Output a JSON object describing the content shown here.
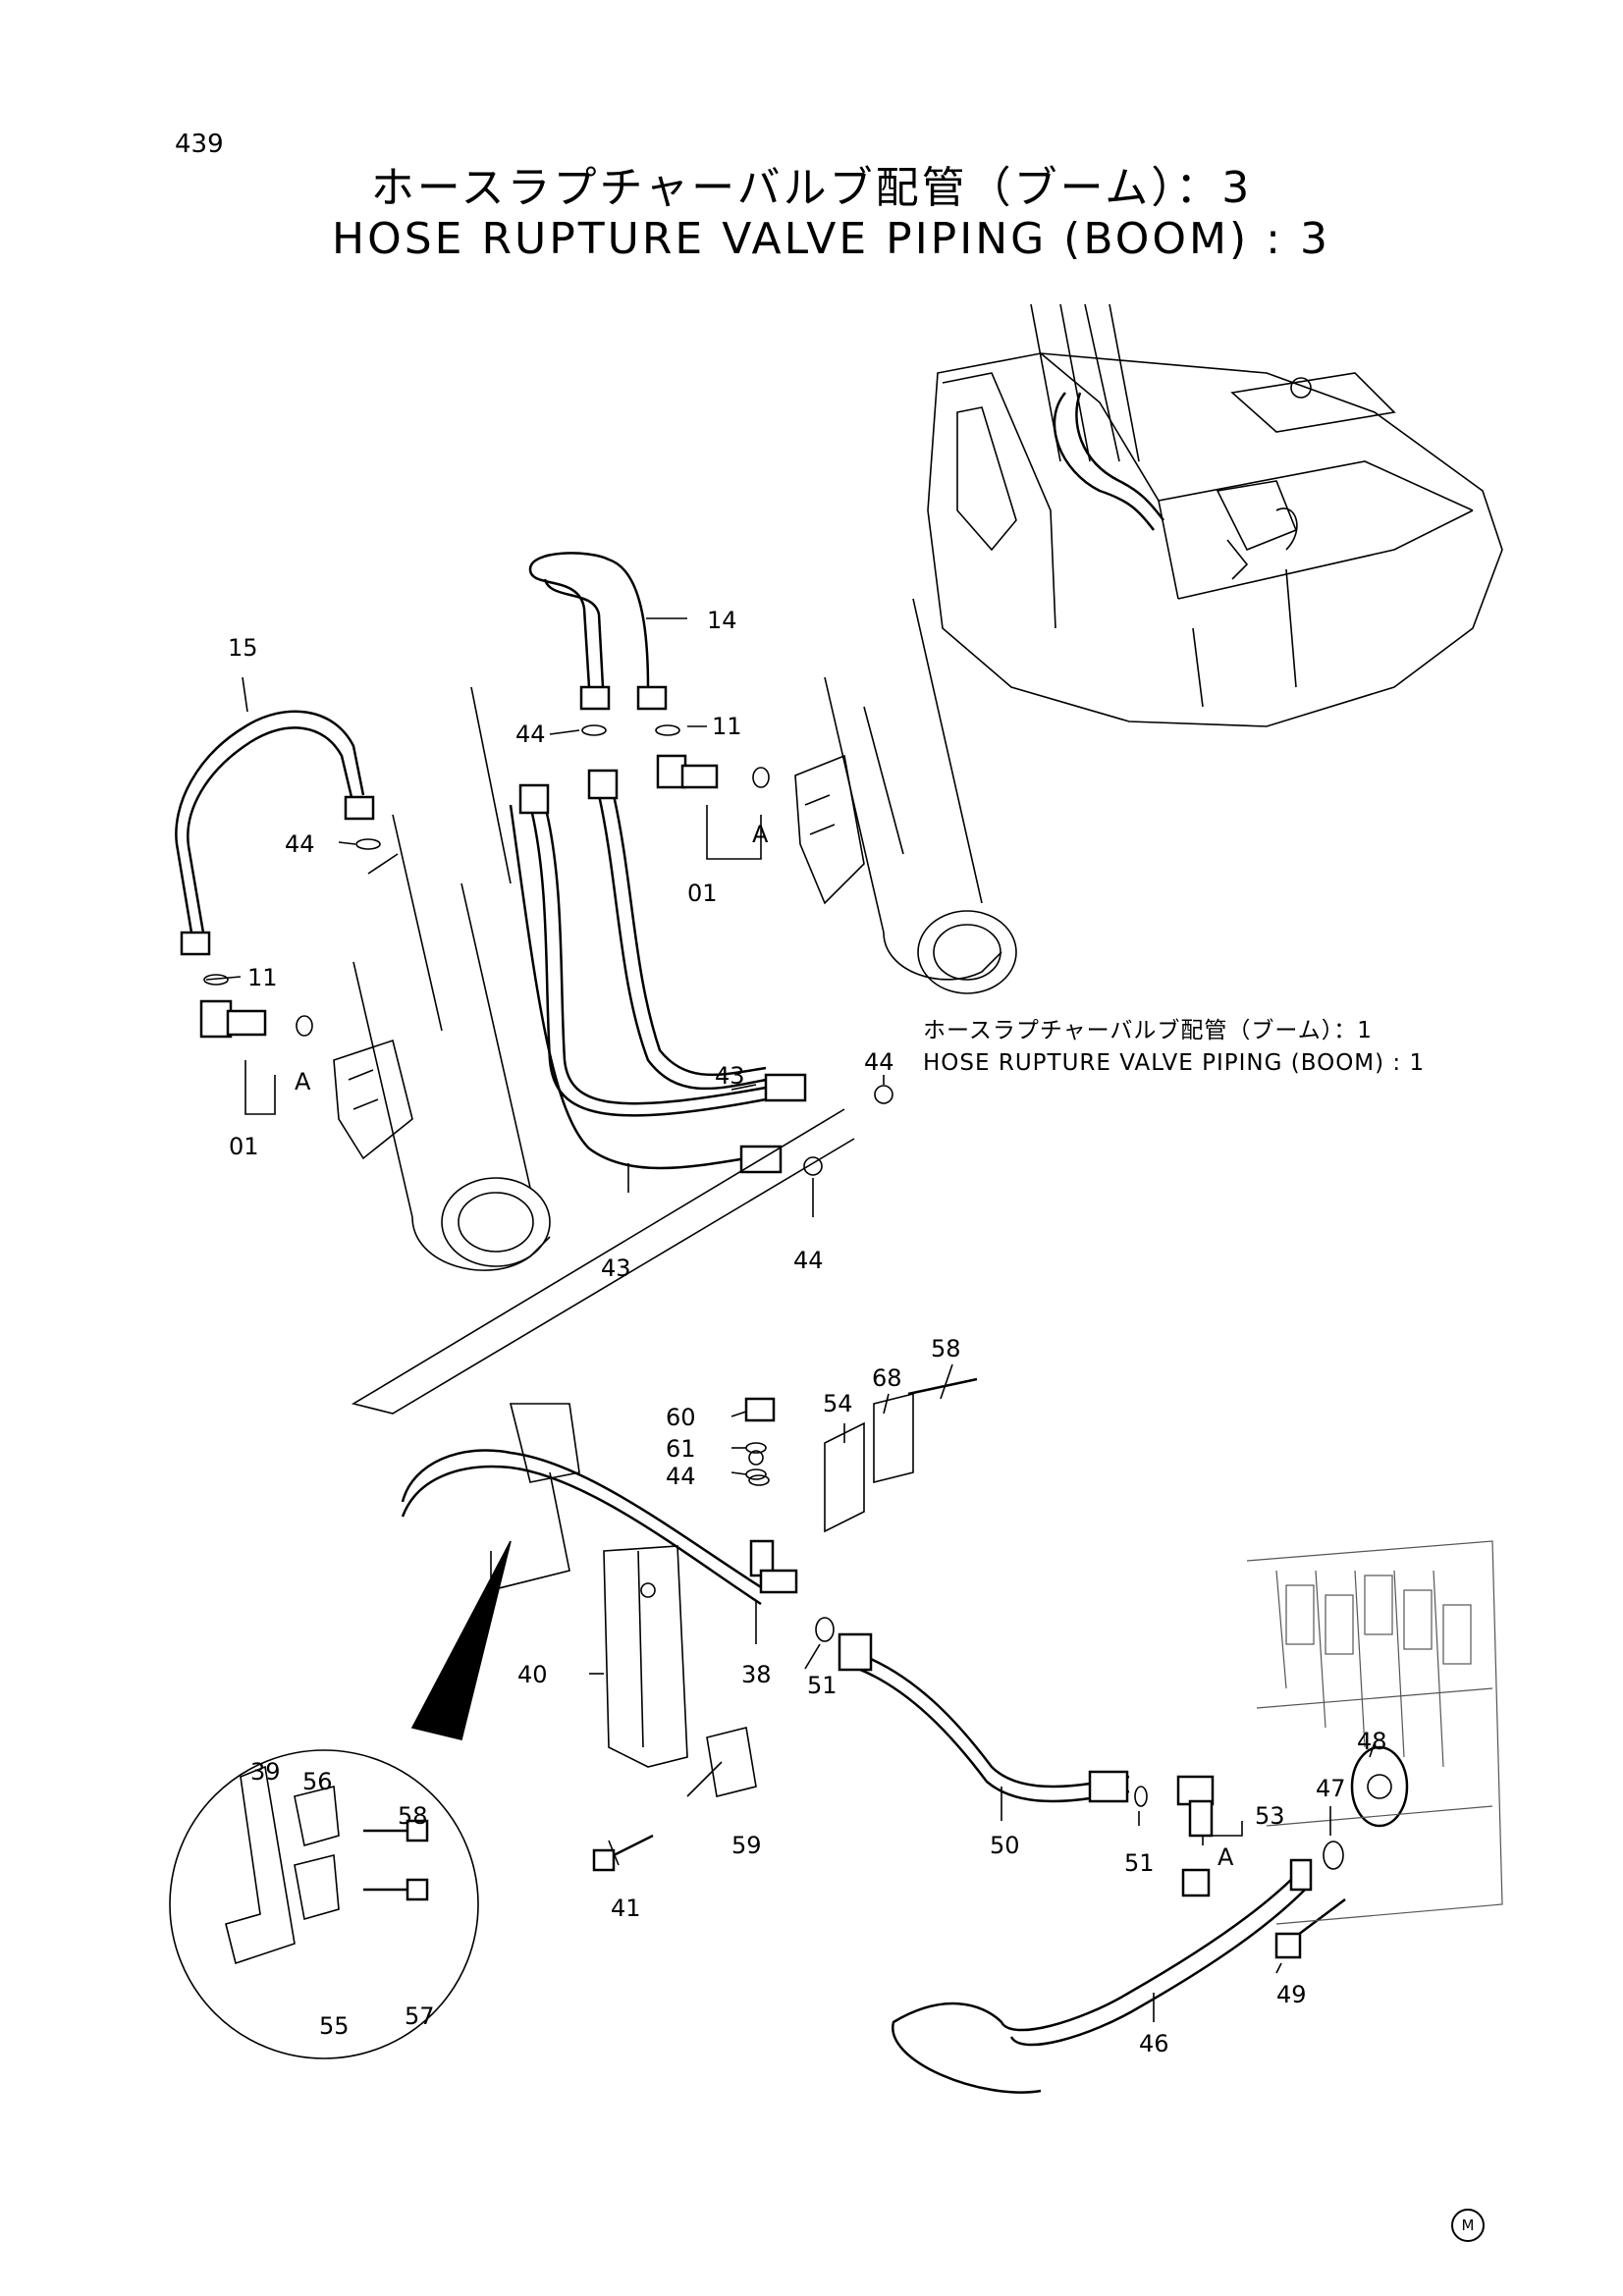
{
  "page_number": "439",
  "title_jp": "ホースラプチャーバルブ配管（ブーム）：3",
  "title_en": "HOSE RUPTURE VALVE PIPING (BOOM) : 3",
  "reference_jp": "ホースラプチャーバルブ配管（ブーム）：1",
  "reference_en": "HOSE RUPTURE VALVE PIPING (BOOM) : 1",
  "mark": "M",
  "labels": {
    "l15": "15",
    "l14": "14",
    "l44a": "44",
    "l11a": "11",
    "l44b": "44",
    "lA1": "A",
    "l01a": "01",
    "l11b": "11",
    "lA2": "A",
    "l01b": "01",
    "l43a": "43",
    "l44c": "44",
    "l43b": "43",
    "l44d": "44",
    "l58a": "58",
    "l68": "68",
    "l54": "54",
    "l60": "60",
    "l61": "61",
    "l44e": "44",
    "l40": "40",
    "l38": "38",
    "l51a": "51",
    "l39": "39",
    "l56": "56",
    "l58b": "58",
    "l59": "59",
    "l50": "50",
    "l48": "48",
    "l47": "47",
    "l53": "53",
    "l51b": "51",
    "lA3": "A",
    "l41": "41",
    "l49": "49",
    "l46": "46",
    "l55": "55",
    "l57": "57"
  }
}
